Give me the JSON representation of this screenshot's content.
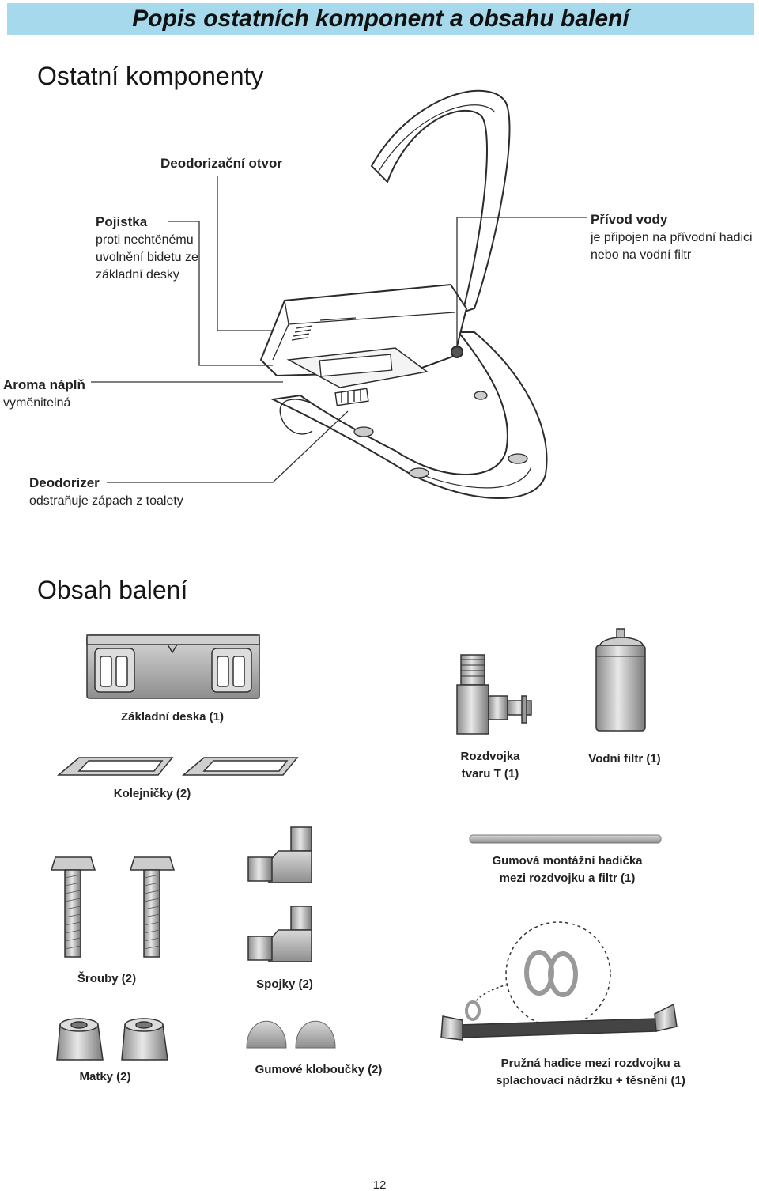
{
  "header": {
    "title": "Popis ostatních komponent a obsahu balení"
  },
  "section_components": {
    "heading": "Ostatní komponenty",
    "labels": {
      "deodorization_hole": {
        "title": "Deodorizační otvor"
      },
      "safety_lock": {
        "title": "Pojistka",
        "desc_1": "proti nechtěnému",
        "desc_2": "uvolnění bidetu ze",
        "desc_3": "základní desky"
      },
      "water_inlet": {
        "title": "Přívod vody",
        "desc_1": "je připojen na přívodní hadici",
        "desc_2": "nebo na vodní filtr"
      },
      "aroma_refill": {
        "title": "Aroma náplň",
        "desc_1": "vyměnitelná"
      },
      "deodorizer": {
        "title": "Deodorizer",
        "desc_1": "odstraňuje zápach z toalety"
      }
    }
  },
  "section_package": {
    "heading": "Obsah balení",
    "items": {
      "base_plate": "Základní deska (1)",
      "rails": "Kolejničky (2)",
      "t_splitter_1": "Rozdvojka",
      "t_splitter_2": "tvaru T (1)",
      "water_filter": "Vodní filtr (1)",
      "rubber_hose_1": "Gumová montážní hadička",
      "rubber_hose_2": "mezi rozdvojku a filtr (1)",
      "screws": "Šrouby (2)",
      "connectors": "Spojky (2)",
      "nuts": "Matky (2)",
      "rubber_caps": "Gumové kloboučky (2)",
      "flex_hose_1": "Pružná hadice mezi rozdvojku a",
      "flex_hose_2": "splachovací nádržku + těsnění (1)"
    }
  },
  "footer": {
    "page_number": "12"
  },
  "colors": {
    "banner": "#a6d9ec",
    "line_art": "#333333",
    "metal": "#b8b8b8"
  }
}
